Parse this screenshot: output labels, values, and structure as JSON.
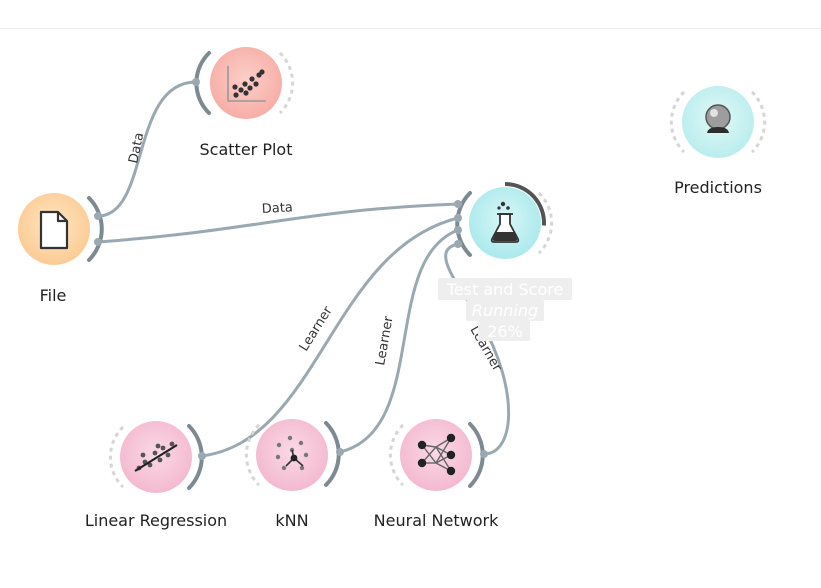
{
  "nodes": {
    "file": {
      "label": "File",
      "color": "#fcd7a8",
      "icon": "file-icon"
    },
    "scatter_plot": {
      "label": "Scatter Plot",
      "color": "#f8b9b3",
      "icon": "scatter-plot-icon"
    },
    "test_and_score": {
      "label": "Test and Score",
      "color": "#bdeef0",
      "icon": "flask-icon",
      "status": "Running",
      "progress_text": "26%",
      "progress": 0.26
    },
    "predictions": {
      "label": "Predictions",
      "color": "#c8f1f1",
      "icon": "crystal-ball-icon"
    },
    "linear_regression": {
      "label": "Linear Regression",
      "color": "#f7c5d9",
      "icon": "regression-icon"
    },
    "knn": {
      "label": "kNN",
      "color": "#f7c5d9",
      "icon": "knn-icon"
    },
    "neural_network": {
      "label": "Neural Network",
      "color": "#f7c5d9",
      "icon": "neural-network-icon"
    }
  },
  "links": {
    "file_to_scatter": "Data",
    "file_to_test": "Data",
    "linreg_to_test": "Learner",
    "knn_to_test": "Learner",
    "nn_to_test": "Learner"
  },
  "colors": {
    "link": "#9aa9b1",
    "channel": "#7e8a92",
    "badge": "#eeeeee",
    "progress": "#545454"
  }
}
